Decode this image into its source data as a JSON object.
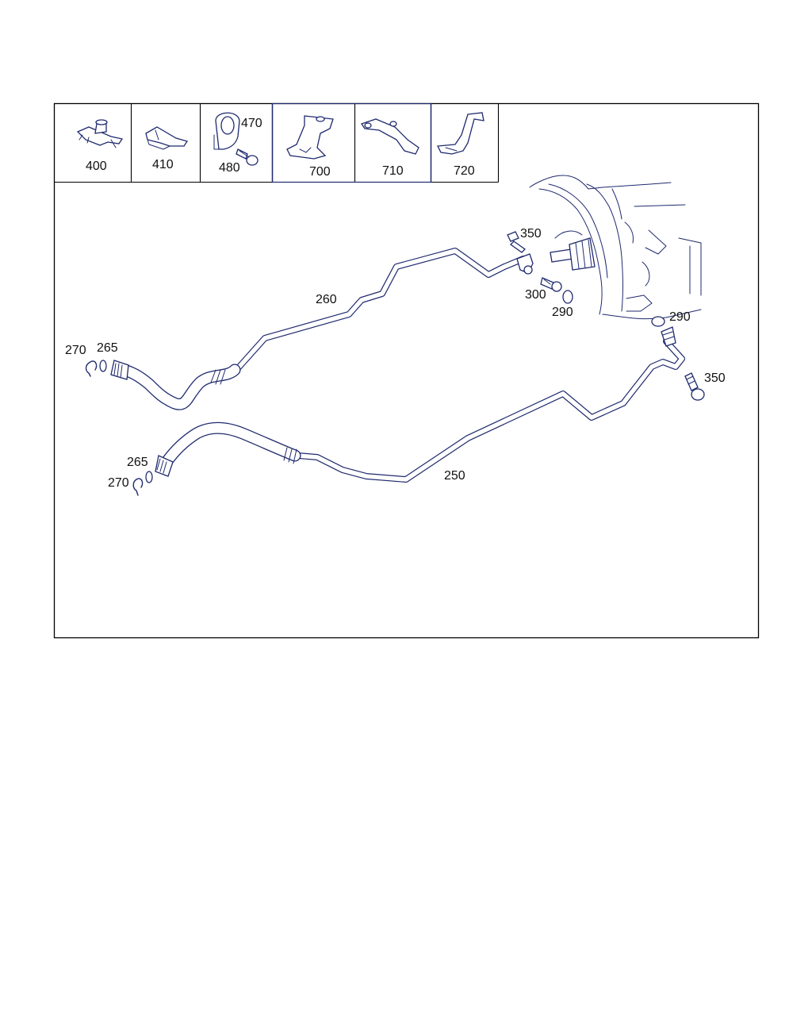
{
  "thumbnails": [
    {
      "label": "400"
    },
    {
      "label": "410"
    },
    {
      "label": "470"
    },
    {
      "label": "480"
    },
    {
      "label": "700"
    },
    {
      "label": "710"
    },
    {
      "label": "720"
    }
  ],
  "callouts": {
    "c350_top": "350",
    "c300": "300",
    "c290_top": "290",
    "c290_right": "290",
    "c350_right": "350",
    "c260": "260",
    "c270_top": "270",
    "c265_top": "265",
    "c265_bottom": "265",
    "c270_bottom": "270",
    "c250": "250"
  },
  "colors": {
    "line": "#1f2a6e",
    "frame": "#000000",
    "text": "#111111"
  }
}
